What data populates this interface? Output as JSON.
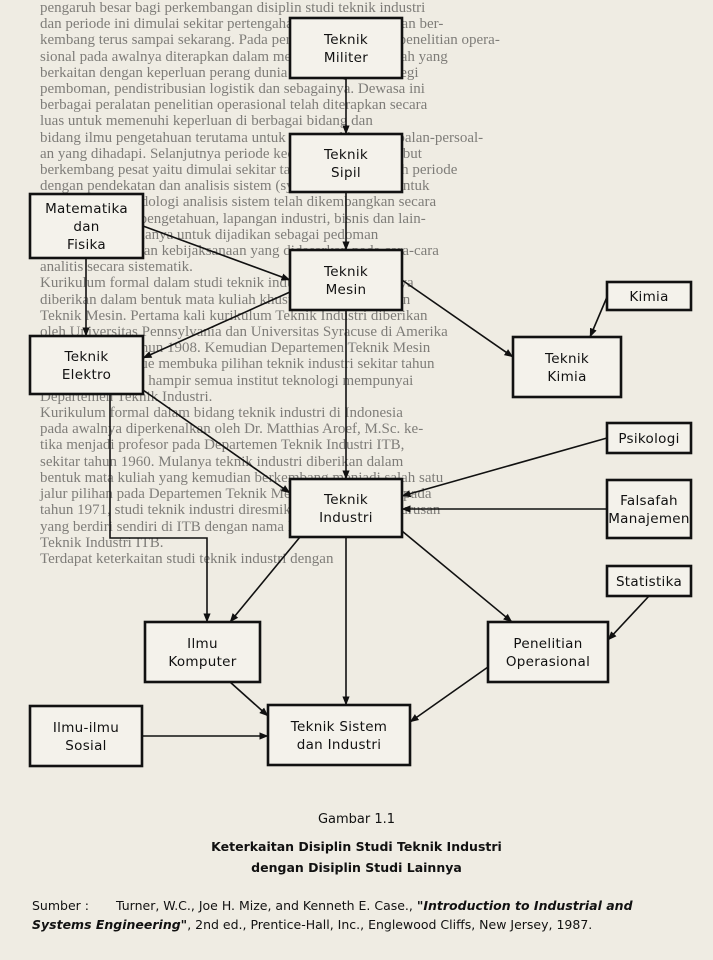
{
  "background_text": [
    "pengaruh besar bagi perkembangan disiplin studi teknik industri",
    "dan periode ini dimulai sekitar pertengahan tahun 1940-an dan ber-",
    "kembang terus sampai sekarang. Pada periode ini peralatan penelitian opera-",
    "sional pada awalnya diterapkan dalam menyelesaikan masalah yang",
    "berkaitan dengan keperluan perang dunia kedua seperti strategi",
    "pemboman, pendistribusian logistik dan sebagainya. Dewasa ini",
    "berbagai peralatan penelitian operasional telah diterapkan secara",
    "luas untuk memenuhi keperluan di berbagai bidang dan",
    "bidang ilmu pengetahuan terutama untuk memecahkan persoalan-persoal-",
    "an yang dihadapi. Selanjutnya periode keempat dapat kita sebut",
    "berkembang pesat yaitu dimulai sekitar tahun 1970-an adalah periode",
    "dengan pendekatan dan analisis sistem (systems approach) untuk",
    "Dewasa ini metodologi analisis sistem telah dikembangkan secara",
    "luas dalam ilmu pengetahuan, lapangan industri, bisnis dan lain-",
    "lain yang kesemuanya untuk dijadikan sebagai pedoman",
    "dalam pengambilan kebijaksanaan yang didasarkan pada cara-cara",
    "analitis secara sistematik.",
    "Kurikulum formal dalam studi teknik industri pertama kalinya",
    "diberikan dalam bentuk mata kuliah khusus pada Departemen",
    "Teknik Mesin. Pertama kali kurikulum Teknik Industri diberikan",
    "oleh Universitas Pennsylvania dan Universitas Syracuse di Amerika",
    "Serikat sekitar tahun 1908. Kemudian Departemen Teknik Mesin",
    "Universitas Purdue membuka pilihan teknik industri sekitar tahun",
    "1920. Dewasa ini hampir semua institut teknologi mempunyai",
    "Departemen Teknik Industri.",
    "Kurikulum formal dalam bidang teknik industri di Indonesia",
    "pada awalnya diperkenalkan oleh Dr. Matthias Aroef, M.Sc. ke-",
    "tika menjadi profesor pada Departemen Teknik Industri ITB,",
    "sekitar tahun 1960. Mulanya teknik industri diberikan dalam",
    "bentuk mata kuliah yang kemudian berkembang menjadi salah satu",
    "jalur pilihan pada Departemen Teknik Mesin ITB. Akhirnya pada",
    "tahun 1971, studi teknik industri diresmikan menjadi suatu jurusan",
    "yang berdiri sendiri di ITB dengan nama Departemen",
    "Teknik Industri ITB.",
    "Terdapat keterkaitan studi teknik industri dengan"
  ],
  "diagram": {
    "nodes": {
      "teknik_militer": [
        "Teknik",
        "Militer"
      ],
      "teknik_sipil": [
        "Teknik",
        "Sipil"
      ],
      "matematika_fisika": [
        "Matematika",
        "dan",
        "Fisika"
      ],
      "teknik_mesin": [
        "Teknik",
        "Mesin"
      ],
      "kimia": [
        "Kimia"
      ],
      "teknik_elektro": [
        "Teknik",
        "Elektro"
      ],
      "teknik_kimia": [
        "Teknik",
        "Kimia"
      ],
      "psikologi": [
        "Psikologi"
      ],
      "teknik_industri": [
        "Teknik",
        "Industri"
      ],
      "falsafah_manajemen": [
        "Falsafah",
        "Manajemen"
      ],
      "statistika": [
        "Statistika"
      ],
      "ilmu_komputer": [
        "Ilmu",
        "Komputer"
      ],
      "penelitian_operasional": [
        "Penelitian",
        "Operasional"
      ],
      "ilmu_ilmu_sosial": [
        "Ilmu-ilmu",
        "Sosial"
      ],
      "teknik_sistem_industri": [
        "Teknik Sistem",
        "dan Industri"
      ]
    },
    "edges": [
      [
        "teknik_militer",
        "teknik_sipil"
      ],
      [
        "teknik_sipil",
        "teknik_mesin"
      ],
      [
        "matematika_fisika",
        "teknik_mesin"
      ],
      [
        "matematika_fisika",
        "teknik_elektro"
      ],
      [
        "teknik_mesin",
        "teknik_elektro"
      ],
      [
        "teknik_mesin",
        "teknik_kimia"
      ],
      [
        "kimia",
        "teknik_kimia"
      ],
      [
        "teknik_mesin",
        "teknik_industri"
      ],
      [
        "teknik_elektro",
        "teknik_industri"
      ],
      [
        "teknik_elektro",
        "ilmu_komputer"
      ],
      [
        "psikologi",
        "teknik_industri"
      ],
      [
        "falsafah_manajemen",
        "teknik_industri"
      ],
      [
        "teknik_industri",
        "ilmu_komputer"
      ],
      [
        "teknik_industri",
        "penelitian_operasional"
      ],
      [
        "teknik_industri",
        "teknik_sistem_industri"
      ],
      [
        "statistika",
        "penelitian_operasional"
      ],
      [
        "ilmu_komputer",
        "teknik_sistem_industri"
      ],
      [
        "penelitian_operasional",
        "teknik_sistem_industri"
      ],
      [
        "ilmu_ilmu_sosial",
        "teknik_sistem_industri"
      ]
    ]
  },
  "caption": {
    "number": "Gambar 1.1",
    "title_line1": "Keterkaitan Disiplin Studi Teknik Industri",
    "title_line2": "dengan Disiplin Studi Lainnya"
  },
  "source": {
    "label": "Sumber :",
    "authors": "Turner, W.C., Joe H. Mize, and Kenneth E. Case.,",
    "title": "\"Introduction to Industrial and Systems Engineering\"",
    "publication": ", 2nd ed., Prentice-Hall, Inc., Englewood Cliffs, New Jersey, 1987."
  }
}
